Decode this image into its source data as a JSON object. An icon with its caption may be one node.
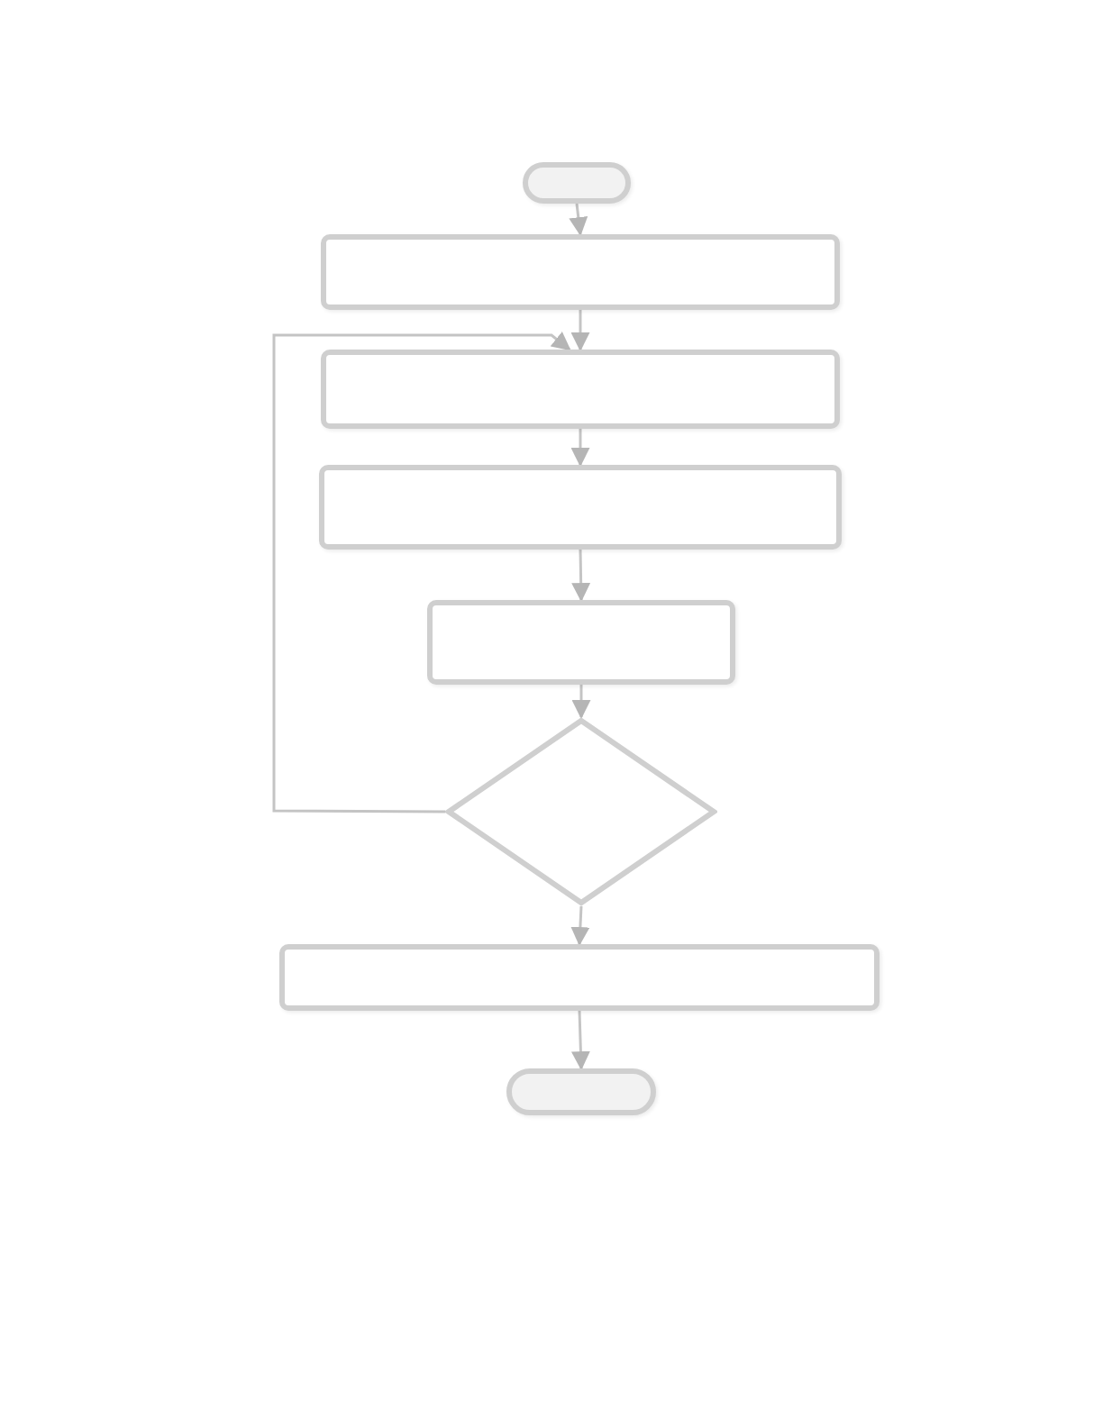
{
  "diagram": {
    "nodes": [
      {
        "text": [],
        "shape": "oval"
      },
      {
        "text": [],
        "shape": "box"
      },
      {
        "text": [],
        "shape": "box"
      },
      {
        "text": [],
        "shape": "box"
      },
      {
        "text": [],
        "shape": "box"
      },
      {
        "text": [],
        "shape": "diamond"
      },
      {
        "text": [],
        "shape": "box"
      },
      {
        "text": [],
        "shape": "oval"
      }
    ],
    "edges": [
      {
        "from": 0,
        "to": 1,
        "arrow": "to"
      },
      {
        "from": 1,
        "to": 2,
        "arrow": "to"
      },
      {
        "from": 2,
        "to": 3,
        "arrow": "to"
      },
      {
        "from": 3,
        "to": 4,
        "arrow": "to"
      },
      {
        "from": 4,
        "to": 5,
        "arrow": "to"
      },
      {
        "from": 5,
        "to": 2,
        "arrow": "to"
      },
      {
        "from": 5,
        "to": 6,
        "arrow": "to"
      },
      {
        "from": 6,
        "to": 7,
        "arrow": "to"
      }
    ]
  }
}
